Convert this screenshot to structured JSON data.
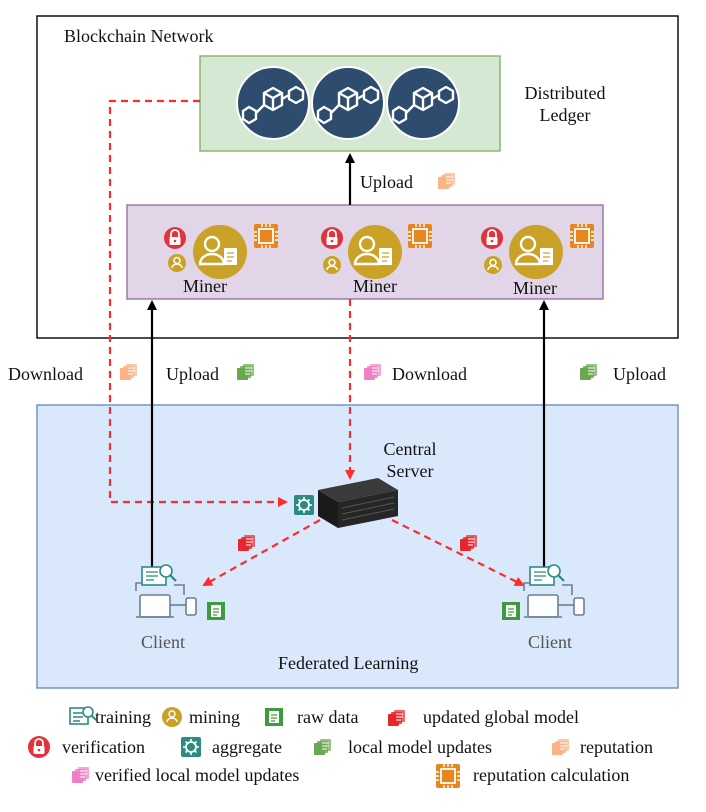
{
  "blockchain": {
    "title": "Blockchain Network",
    "ledger_label_line1": "Distributed",
    "ledger_label_line2": "Ledger",
    "upload_label": "Upload",
    "miner_label": "Miner"
  },
  "transfers": {
    "download_left": "Download",
    "upload_left": "Upload",
    "download_center": "Download",
    "upload_right": "Upload"
  },
  "federated": {
    "title": "Federated Learning",
    "server_line1": "Central",
    "server_line2": "Server",
    "client_label": "Client"
  },
  "legend": {
    "training": "training",
    "mining": "mining",
    "raw_data": "raw data",
    "updated_global_model": "updated global model",
    "verification": "verification",
    "aggregate": "aggregate",
    "local_model_updates": "local model updates",
    "reputation": "reputation",
    "verified_local_model_updates": "verified local model updates",
    "reputation_calculation": "reputation calculation"
  },
  "colors": {
    "ledger_fill": "#d5e8d4",
    "miner_band_fill": "#e1d5e7",
    "fl_fill": "#dae8fc",
    "node_blue": "#2e4d6e",
    "mining_gold": "#c9a227",
    "verification_red": "#e0333b",
    "arrow_red": "#ff2a2a",
    "local_update_green": "#6aa84f",
    "reputation_orange": "#f9b384",
    "verified_pink": "#f27fc3",
    "global_model_red": "#e8262b",
    "reputation_calc_orange": "#e8861e",
    "aggregate_teal": "#2a8c82"
  }
}
